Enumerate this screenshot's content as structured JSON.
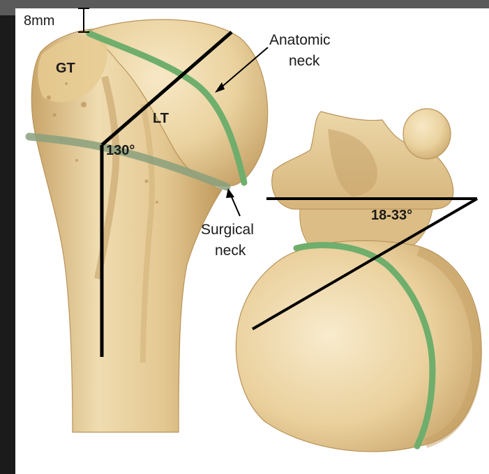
{
  "labels": {
    "measure_8mm": "8mm",
    "gt": "GT",
    "lt": "LT",
    "angle_neck_shaft": "130°",
    "anatomic_neck_line1": "Anatomic",
    "anatomic_neck_line2": "neck",
    "surgical_neck_line1": "Surgical",
    "surgical_neck_line2": "neck",
    "angle_retroversion": "18-33°"
  },
  "colors": {
    "background_left": "#1b1b1b",
    "background_top_band": "#555555",
    "panel": "#ffffff",
    "bone": "#e8cf9a",
    "bone_shadow": "#c9a86a",
    "bone_highlight": "#f6e6c2",
    "neck_line_anatomic": "#6fae6c",
    "neck_line_surgical": "#8aa07c",
    "axis_line": "#000000"
  }
}
